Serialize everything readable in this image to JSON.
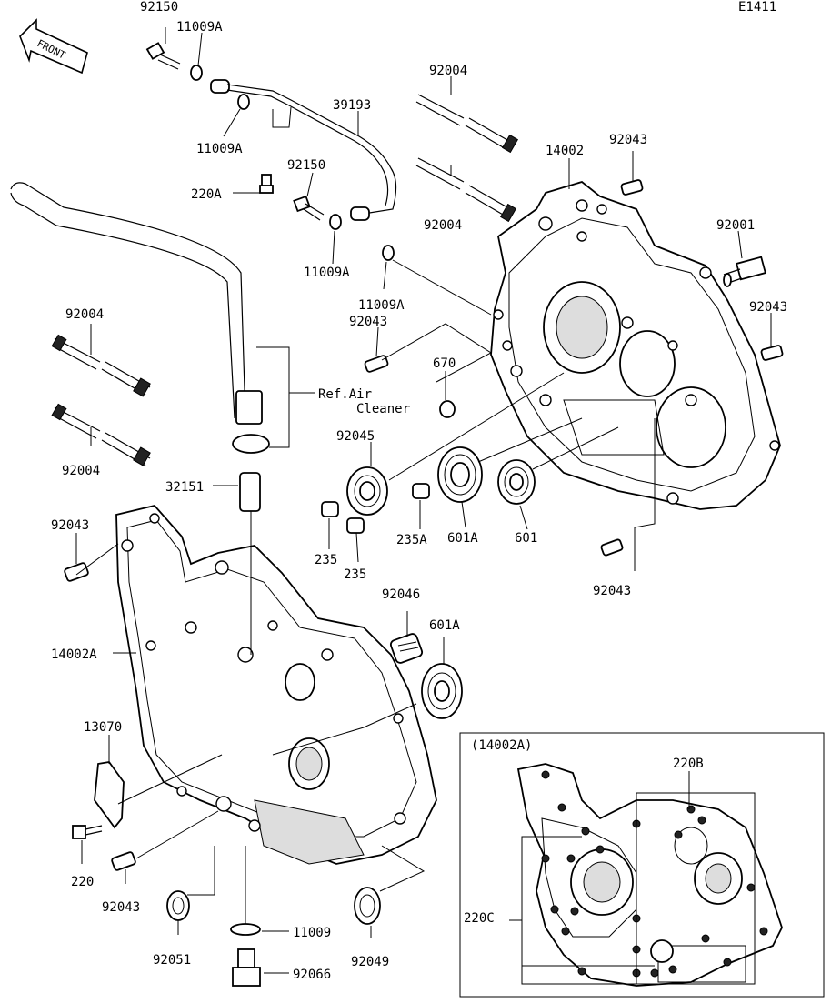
{
  "diagram_code": "E1411",
  "front_label": "FRONT",
  "ref_note": {
    "line1": "Ref.Air",
    "line2": "Cleaner"
  },
  "inset_title": "(14002A)",
  "labels": {
    "l_92150_top": "92150",
    "l_11009A_top": "11009A",
    "l_11009A_mid": "11009A",
    "l_39193": "39193",
    "l_92150_mid": "92150",
    "l_220A": "220A",
    "l_11009A_low": "11009A",
    "l_11009A_right": "11009A",
    "l_92004_tr1": "92004",
    "l_92004_tr2": "92004",
    "l_14002": "14002",
    "l_92043_tr": "92043",
    "l_92001": "92001",
    "l_92043_r": "92043",
    "l_92043_c": "92043",
    "l_670": "670",
    "l_92004_l1": "92004",
    "l_92004_l2": "92004",
    "l_92045": "92045",
    "l_32151": "32151",
    "l_235_a": "235",
    "l_235_b": "235",
    "l_235A": "235A",
    "l_601A_top": "601A",
    "l_601": "601",
    "l_92043_br": "92043",
    "l_92043_l": "92043",
    "l_92046": "92046",
    "l_601A_mid": "601A",
    "l_14002A": "14002A",
    "l_13070": "13070",
    "l_220": "220",
    "l_92043_b": "92043",
    "l_92051": "92051",
    "l_11009": "11009",
    "l_92066": "92066",
    "l_92049": "92049",
    "l_220B": "220B",
    "l_220C": "220C"
  }
}
